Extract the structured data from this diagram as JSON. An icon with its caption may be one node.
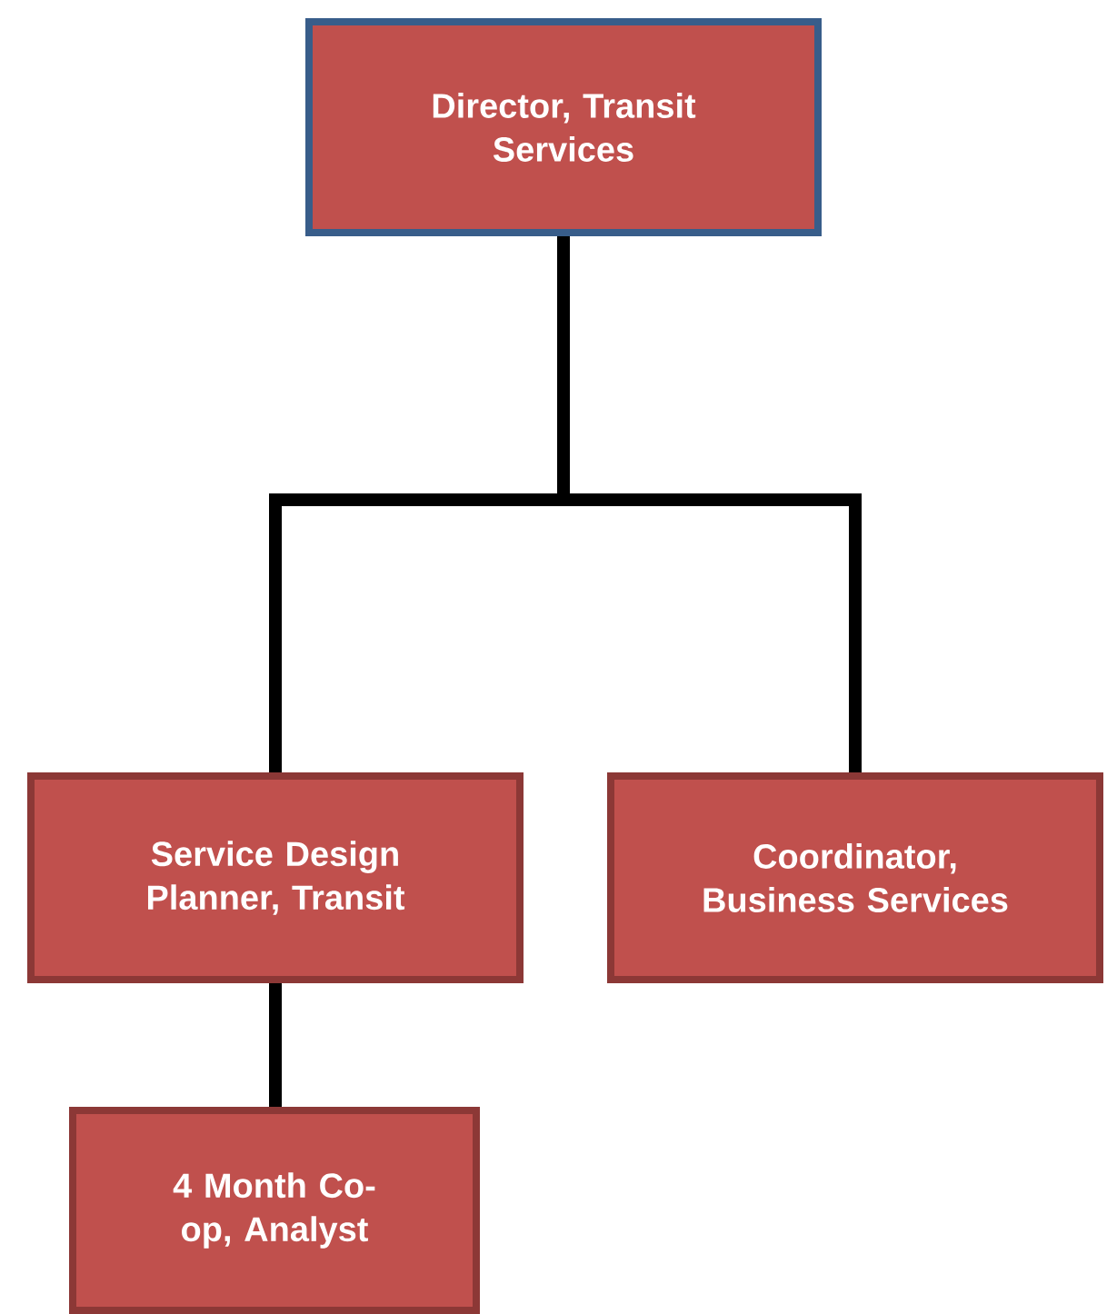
{
  "diagram": {
    "nodes": [
      {
        "text": [
          "Director, Transit Services"
        ]
      },
      {
        "text": [
          "Service Design Planner, Transit"
        ]
      },
      {
        "text": [
          "Coordinator, Business Services"
        ]
      },
      {
        "text": [
          "4 Month Co-op, Analyst"
        ]
      }
    ],
    "edges": [
      {
        "from": 0,
        "to": 1,
        "arrow": "none"
      },
      {
        "from": 0,
        "to": 2,
        "arrow": "none"
      },
      {
        "from": 1,
        "to": 3,
        "arrow": "none"
      }
    ]
  }
}
